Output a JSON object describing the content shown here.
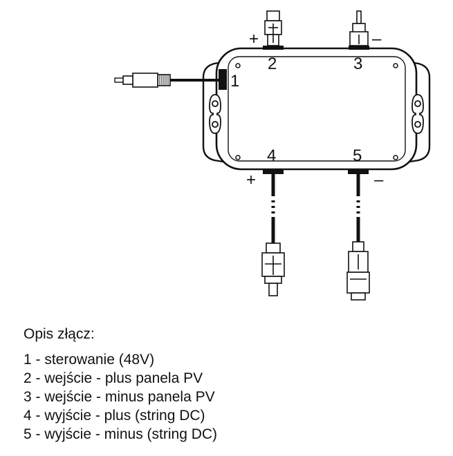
{
  "connectors": [
    {
      "id": "1"
    },
    {
      "id": "2",
      "polarity": "+"
    },
    {
      "id": "3",
      "polarity": "–"
    },
    {
      "id": "4",
      "polarity": "+"
    },
    {
      "id": "5",
      "polarity": "–"
    }
  ],
  "legend": {
    "title": "Opis złącz:",
    "items": [
      "1 - sterowanie (48V)",
      "2 - wejście - plus panela PV",
      "3 - wejście - minus panela PV",
      "4 - wyjście - plus (string DC)",
      "5 - wyjście - minus (string DC)"
    ]
  }
}
